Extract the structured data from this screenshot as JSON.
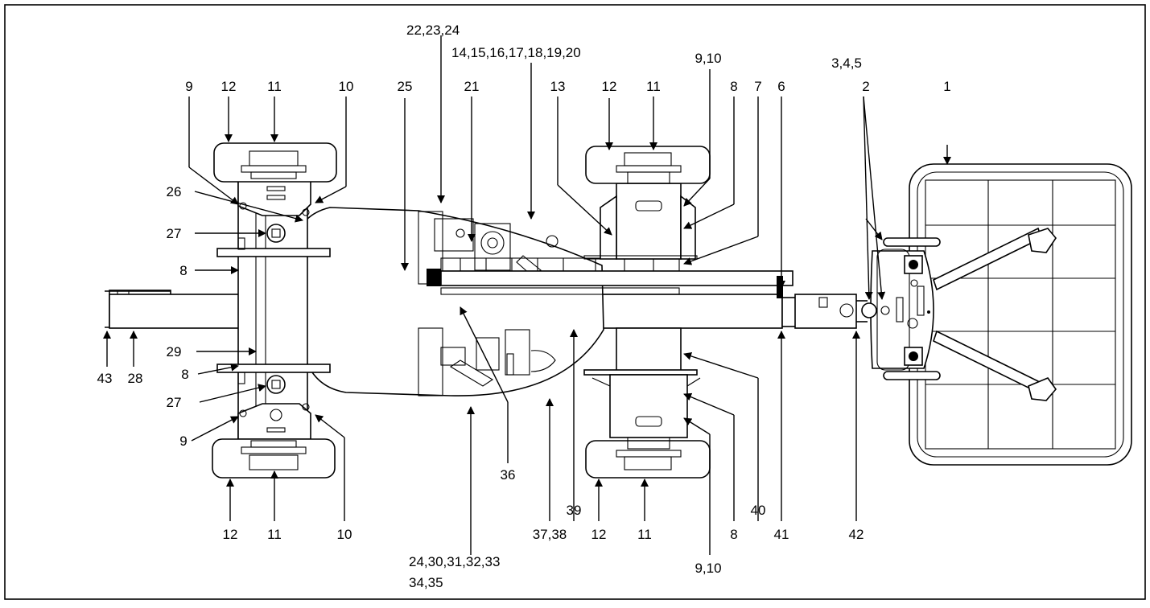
{
  "callouts": [
    {
      "id": "c1",
      "text": "1"
    },
    {
      "id": "c2",
      "text": "2"
    },
    {
      "id": "c345",
      "text": "3,4,5"
    },
    {
      "id": "c6",
      "text": "6"
    },
    {
      "id": "c7",
      "text": "7"
    },
    {
      "id": "c8a",
      "text": "8"
    },
    {
      "id": "c910a",
      "text": "9,10"
    },
    {
      "id": "c11a",
      "text": "11"
    },
    {
      "id": "c12a",
      "text": "12"
    },
    {
      "id": "c13",
      "text": "13"
    },
    {
      "id": "c14_20",
      "text": "14,15,16,17,18,19,20"
    },
    {
      "id": "c222324",
      "text": "22,23,24"
    },
    {
      "id": "c21",
      "text": "21"
    },
    {
      "id": "c25",
      "text": "25"
    },
    {
      "id": "c10b",
      "text": "10"
    },
    {
      "id": "c11b",
      "text": "11"
    },
    {
      "id": "c12b",
      "text": "12"
    },
    {
      "id": "c9b",
      "text": "9"
    },
    {
      "id": "c26",
      "text": "26"
    },
    {
      "id": "c27a",
      "text": "27"
    },
    {
      "id": "c8b",
      "text": "8"
    },
    {
      "id": "c29",
      "text": "29"
    },
    {
      "id": "c8c",
      "text": "8"
    },
    {
      "id": "c27b",
      "text": "27"
    },
    {
      "id": "c43",
      "text": "43"
    },
    {
      "id": "c28",
      "text": "28"
    },
    {
      "id": "c9c",
      "text": "9"
    },
    {
      "id": "c12c",
      "text": "12"
    },
    {
      "id": "c11c",
      "text": "11"
    },
    {
      "id": "c10c",
      "text": "10"
    },
    {
      "id": "c24_35a",
      "text": "24,30,31,32,33"
    },
    {
      "id": "c24_35b",
      "text": "34,35"
    },
    {
      "id": "c36",
      "text": "36"
    },
    {
      "id": "c3738",
      "text": "37,38"
    },
    {
      "id": "c39",
      "text": "39"
    },
    {
      "id": "c12d",
      "text": "12"
    },
    {
      "id": "c11d",
      "text": "11"
    },
    {
      "id": "c910b",
      "text": "9,10"
    },
    {
      "id": "c8d",
      "text": "8"
    },
    {
      "id": "c40",
      "text": "40"
    },
    {
      "id": "c41",
      "text": "41"
    },
    {
      "id": "c42",
      "text": "42"
    }
  ]
}
